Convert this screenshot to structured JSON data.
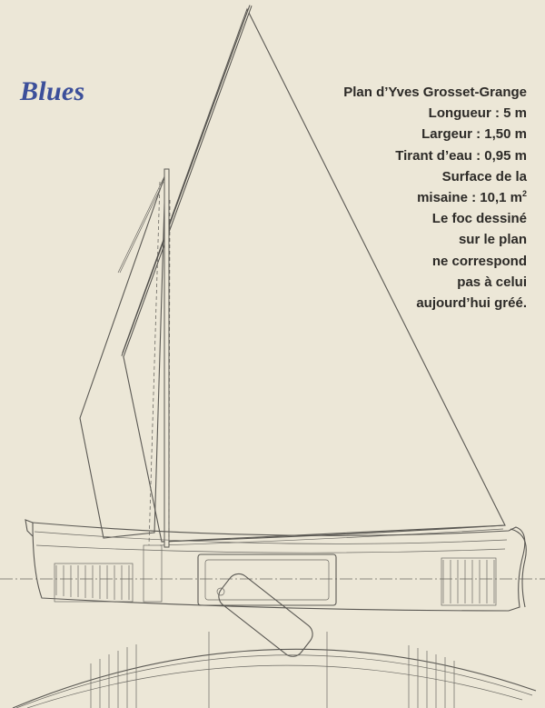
{
  "title": "Blues",
  "specs": {
    "line1": "Plan d’Yves Grosset-Grange",
    "line2": "Longueur : 5 m",
    "line3": "Largeur : 1,50 m",
    "line4": "Tirant d’eau : 0,95 m",
    "line5": "Surface de la",
    "line6_text": "misaine : 10,1 m",
    "line6_sup": "2",
    "line7": "Le foc dessiné",
    "line8": "sur le plan",
    "line9": "ne correspond",
    "line10": "pas à celui",
    "line11": "aujourd’hui gréé."
  },
  "colors": {
    "background": "#ece7d7",
    "title": "#3c4f9a",
    "text": "#2c2a27",
    "lines": "#5a5853"
  }
}
